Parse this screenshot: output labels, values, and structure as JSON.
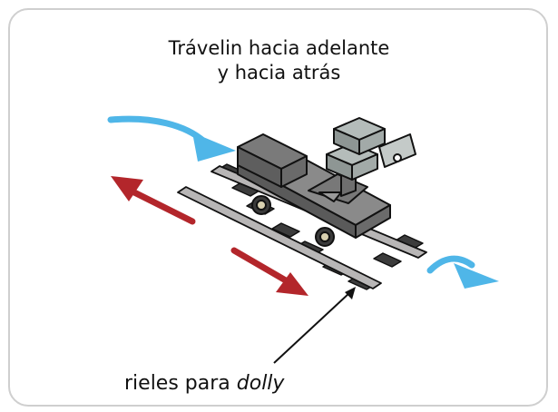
{
  "title": {
    "line1": "Trávelin hacia adelante",
    "line2": "y hacia atrás"
  },
  "caption": {
    "text": "rieles para ",
    "italic": "dolly"
  },
  "colors": {
    "motion_arrow": "#4fb6e8",
    "direction_arrow": "#b3262b",
    "rail": "#b8b6b6",
    "sleeper": "#3c3c3c",
    "dolly_body": "#6f6f6f",
    "camera_body": "#9aa2a0",
    "border": "#cfcfcf"
  },
  "icons": {
    "dolly": "camera-dolly-icon",
    "track": "dolly-track-icon"
  }
}
